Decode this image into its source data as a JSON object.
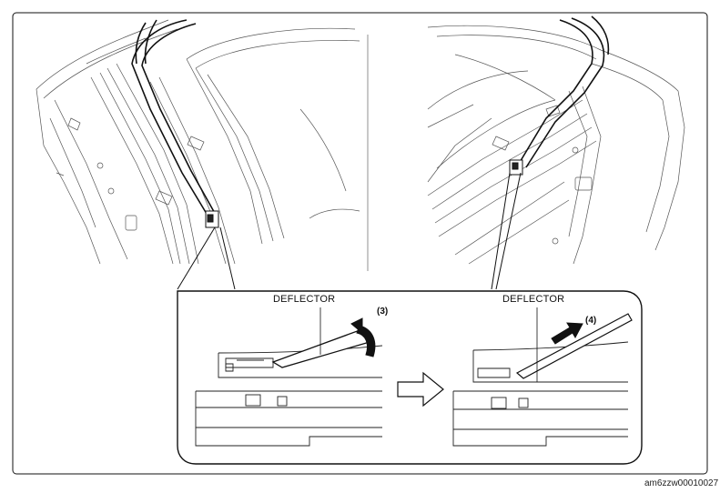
{
  "labels": {
    "left_callout": "DEFLECTOR",
    "right_callout": "DEFLECTOR",
    "step_left": "(3)",
    "step_right": "(4)",
    "figure_code": "am6zzw00010027"
  },
  "icons": [
    "rotate-arrow-icon",
    "push-arrow-icon",
    "next-step-arrow-icon"
  ]
}
